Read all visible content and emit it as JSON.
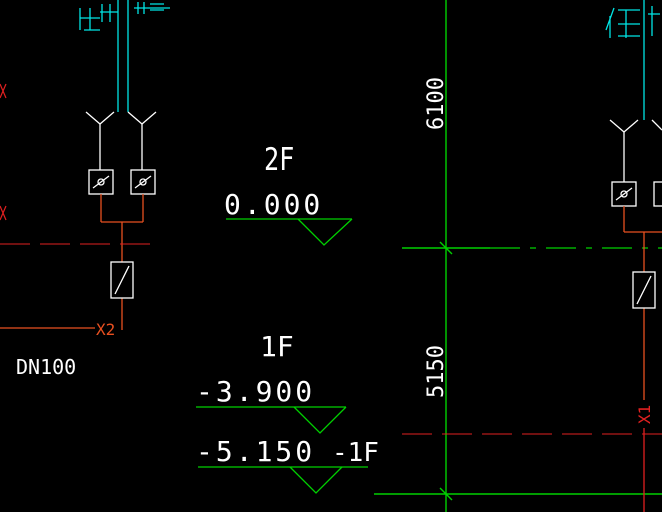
{
  "drawing": {
    "background": "#000000",
    "colors": {
      "cyan": "#00e5e5",
      "white": "#ffffff",
      "green": "#00d000",
      "red": "#e02020",
      "orange": "#e85020"
    },
    "floor_labels": {
      "f2": "2F",
      "f1": "1F",
      "fm1": "-1F"
    },
    "elevations": {
      "e0": "0.000",
      "e3900": "-3.900",
      "e5150": "-5.150"
    },
    "dimensions": {
      "d6100": "6100",
      "d5150": "5150"
    },
    "pipe_labels": {
      "x2": "X2",
      "x1": "X1",
      "dn": "DN100"
    }
  }
}
